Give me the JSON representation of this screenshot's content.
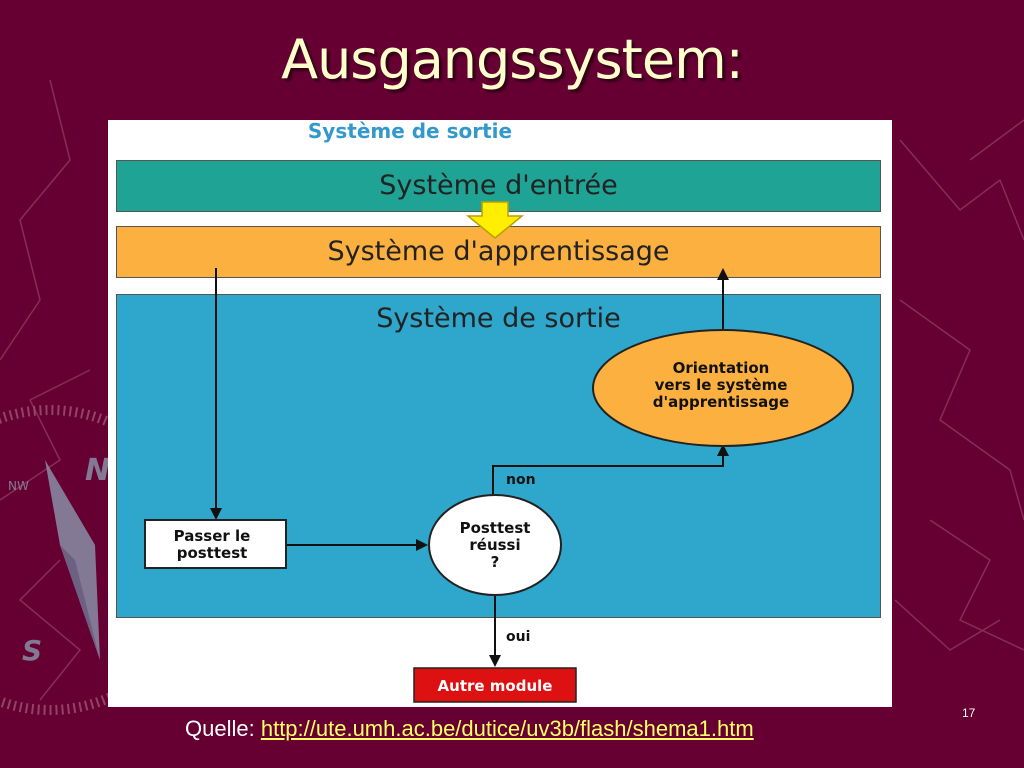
{
  "slide": {
    "title": "Ausgangssystem:",
    "number": "17"
  },
  "diagram": {
    "header": "Système de sortie",
    "boxes": {
      "entree": "Système d'entrée",
      "apprentissage": "Système d'apprentissage",
      "sortie": "Système de sortie"
    },
    "nodes": {
      "passer_l1": "Passer le",
      "passer_l2": "posttest",
      "posttest_l1": "Posttest",
      "posttest_l2": "réussi",
      "posttest_l3": "?",
      "orientation_l1": "Orientation",
      "orientation_l2": "vers le système",
      "orientation_l3": "d'apprentissage",
      "autre_module": "Autre module"
    },
    "edge_labels": {
      "non": "non",
      "oui": "oui"
    },
    "colors": {
      "entree": "#1fa394",
      "apprentissage": "#fbb040",
      "sortie": "#2fa7cc",
      "autre_module": "#dd1111",
      "arrow_down": "#ffee00"
    }
  },
  "footer": {
    "source_label": "Quelle:",
    "source_url": "http://ute.umh.ac.be/dutice/uv3b/flash/shema1.htm"
  }
}
